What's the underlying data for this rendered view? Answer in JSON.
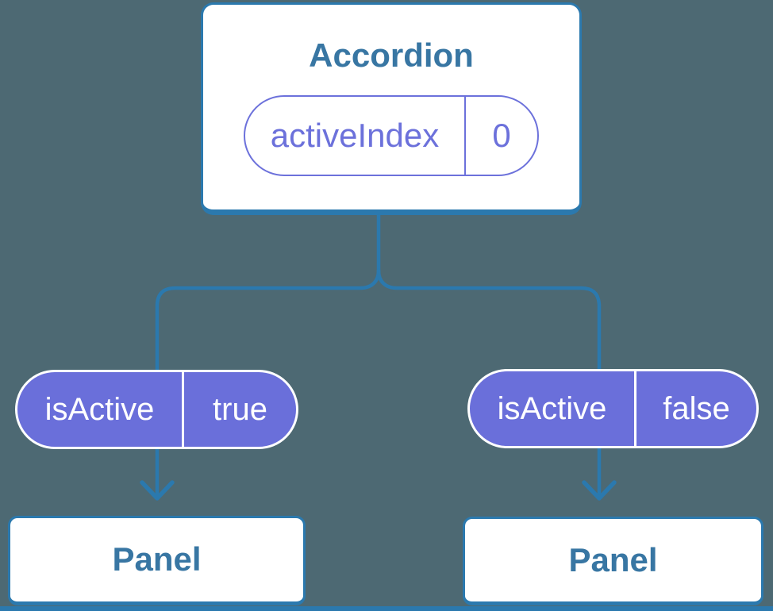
{
  "theme": {
    "bg": "#4d6973",
    "line": "#2b79ae",
    "heading": "#3876a3",
    "purple": "#6a6fda",
    "purple-ink": "#6c71db",
    "white": "#ffffff"
  },
  "diagram": {
    "root": {
      "title": "Accordion",
      "state": {
        "name": "activeIndex",
        "value": "0"
      }
    },
    "props": [
      {
        "name": "isActive",
        "value": "true"
      },
      {
        "name": "isActive",
        "value": "false"
      }
    ],
    "children": [
      {
        "title": "Panel"
      },
      {
        "title": "Panel"
      }
    ]
  }
}
